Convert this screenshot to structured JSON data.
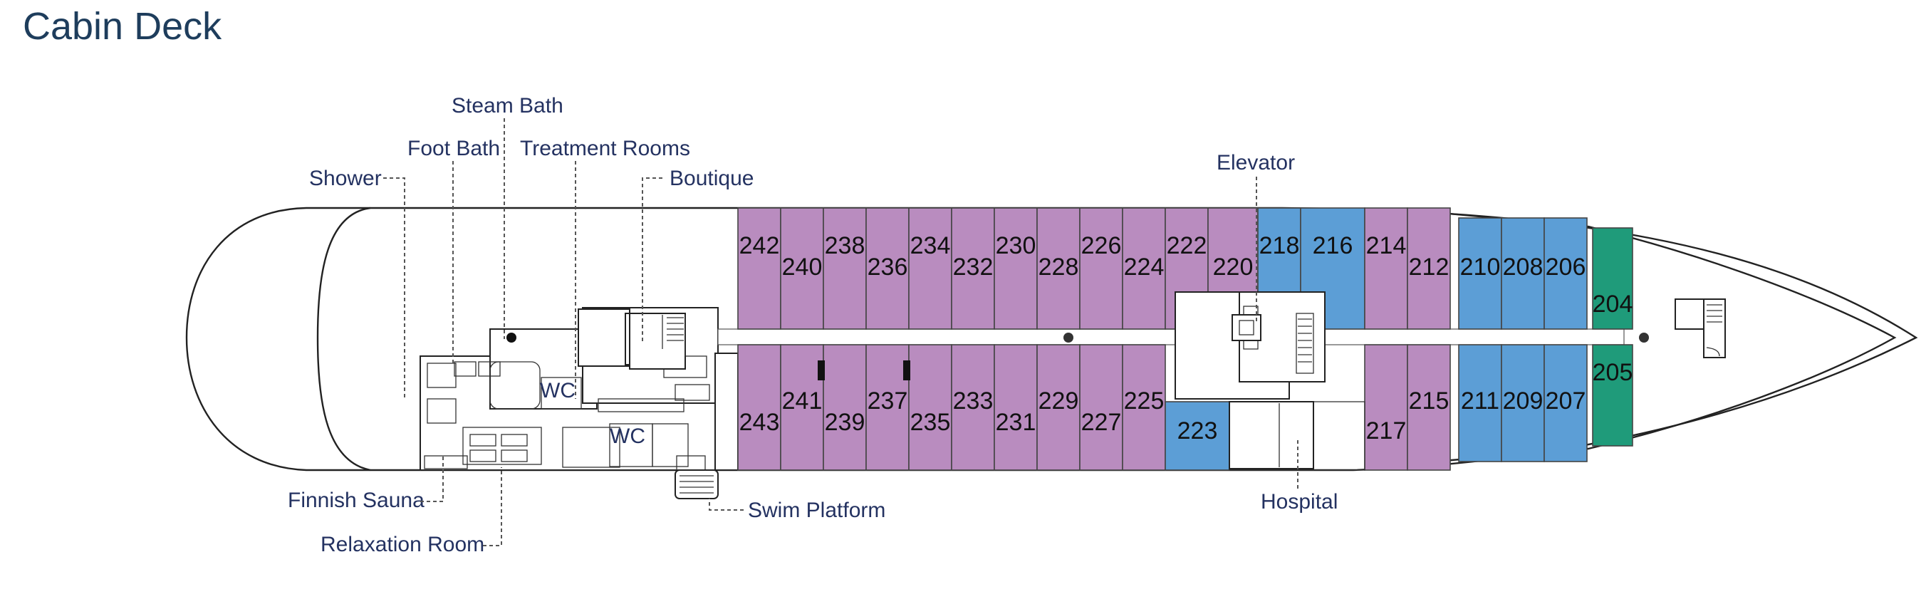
{
  "title": "Cabin Deck",
  "colors": {
    "purple_cabin": "#b98cbf",
    "blue_cabin": "#5c9ed6",
    "green_cabin": "#1f9b7a",
    "label_text": "#243261",
    "title_text": "#1e3d5c"
  },
  "labels": {
    "steam_bath": "Steam Bath",
    "foot_bath": "Foot Bath",
    "treatment_rooms": "Treatment Rooms",
    "shower": "Shower",
    "boutique": "Boutique",
    "elevator": "Elevator",
    "finnish_sauna": "Finnish Sauna",
    "relaxation_room": "Relaxation Room",
    "swim_platform": "Swim Platform",
    "hospital": "Hospital",
    "wc": "WC"
  },
  "cabins_top": [
    "242",
    "240",
    "238",
    "236",
    "234",
    "232",
    "230",
    "228",
    "226",
    "224",
    "222",
    "220",
    "218",
    "216",
    "214",
    "212",
    "210",
    "208",
    "206"
  ],
  "cabins_bottom": [
    "243",
    "241",
    "239",
    "237",
    "235",
    "233",
    "231",
    "229",
    "227",
    "225",
    "223",
    "217",
    "215",
    "211",
    "209",
    "207"
  ],
  "cabins_bow": [
    "204",
    "205"
  ]
}
